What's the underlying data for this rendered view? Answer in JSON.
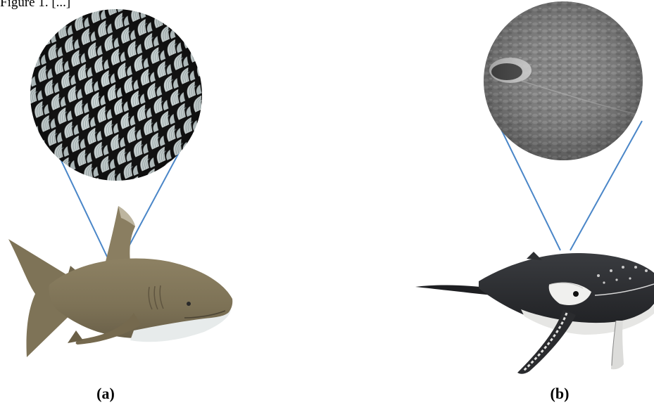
{
  "top_text": "Figure 1. [...]",
  "panels": [
    {
      "caption": "(a)",
      "subject": "shark",
      "detail": "dermal denticles"
    },
    {
      "caption": "(b)",
      "subject": "humpback whale",
      "detail": "smooth skin"
    }
  ],
  "colors": {
    "connector": "#4a86c8",
    "shark_body": "#8a7d5f",
    "shark_belly": "#e9ecec",
    "whale_body": "#2b2d30",
    "whale_belly": "#e4e4e2"
  }
}
